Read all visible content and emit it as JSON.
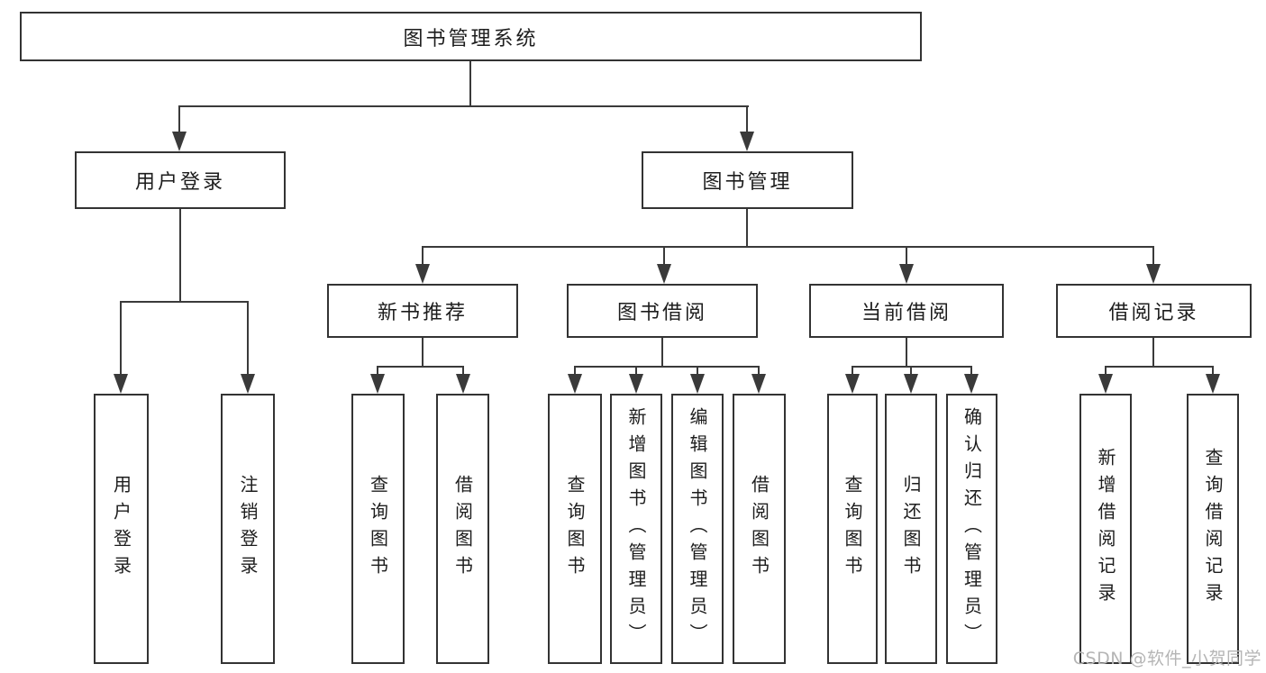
{
  "colors": {
    "bg": "#ffffff",
    "fill": "#ffffff",
    "border": "#333333",
    "line": "#3a3a3a",
    "text": "#1d1d1d",
    "watermark": "#b5b5b5"
  },
  "tree": {
    "root": {
      "label": "图书管理系统"
    },
    "branches": [
      {
        "label": "用户登录",
        "leaves": [
          {
            "label": "用户登录"
          },
          {
            "label": "注销登录"
          }
        ]
      },
      {
        "label": "图书管理",
        "groups": [
          {
            "label": "新书推荐",
            "leaves": [
              {
                "label": "查询图书"
              },
              {
                "label": "借阅图书"
              }
            ]
          },
          {
            "label": "图书借阅",
            "leaves": [
              {
                "label": "查询图书"
              },
              {
                "label": "新增图书（管理员）"
              },
              {
                "label": "编辑图书（管理员）"
              },
              {
                "label": "借阅图书"
              }
            ]
          },
          {
            "label": "当前借阅",
            "leaves": [
              {
                "label": "查询图书"
              },
              {
                "label": "归还图书"
              },
              {
                "label": "确认归还（管理员）"
              }
            ]
          },
          {
            "label": "借阅记录",
            "leaves": [
              {
                "label": "新增借阅记录"
              },
              {
                "label": "查询借阅记录"
              }
            ]
          }
        ]
      }
    ]
  },
  "watermark": {
    "text": "CSDN @软件_小贺同学"
  }
}
